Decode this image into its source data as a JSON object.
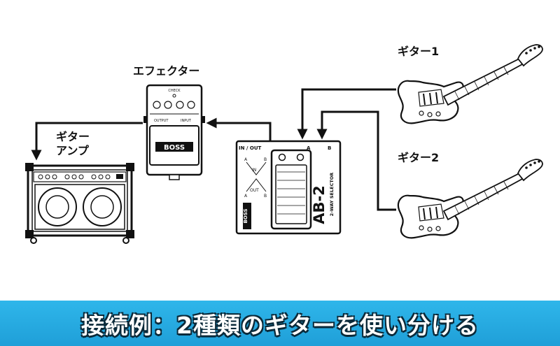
{
  "labels": {
    "effector": "エフェクター",
    "amp": "ギター\nアンプ",
    "guitar1": "ギター1",
    "guitar2": "ギター2"
  },
  "effector_pedal": {
    "brand": "BOSS",
    "check_label": "CHECK",
    "output_label": "OUTPUT",
    "input_label": "INPUT"
  },
  "selector": {
    "brand": "BOSS",
    "model": "AB-2",
    "subtitle": "2-WAY SELECTOR",
    "in_out_label": "IN / OUT",
    "port_a": "A",
    "port_b": "B",
    "diagram_a": "A",
    "diagram_b": "B",
    "diagram_in": "IN",
    "diagram_out": "OUT"
  },
  "banner": {
    "text": "接続例：2種類のギターを使い分ける",
    "color": "#1fa7de"
  }
}
